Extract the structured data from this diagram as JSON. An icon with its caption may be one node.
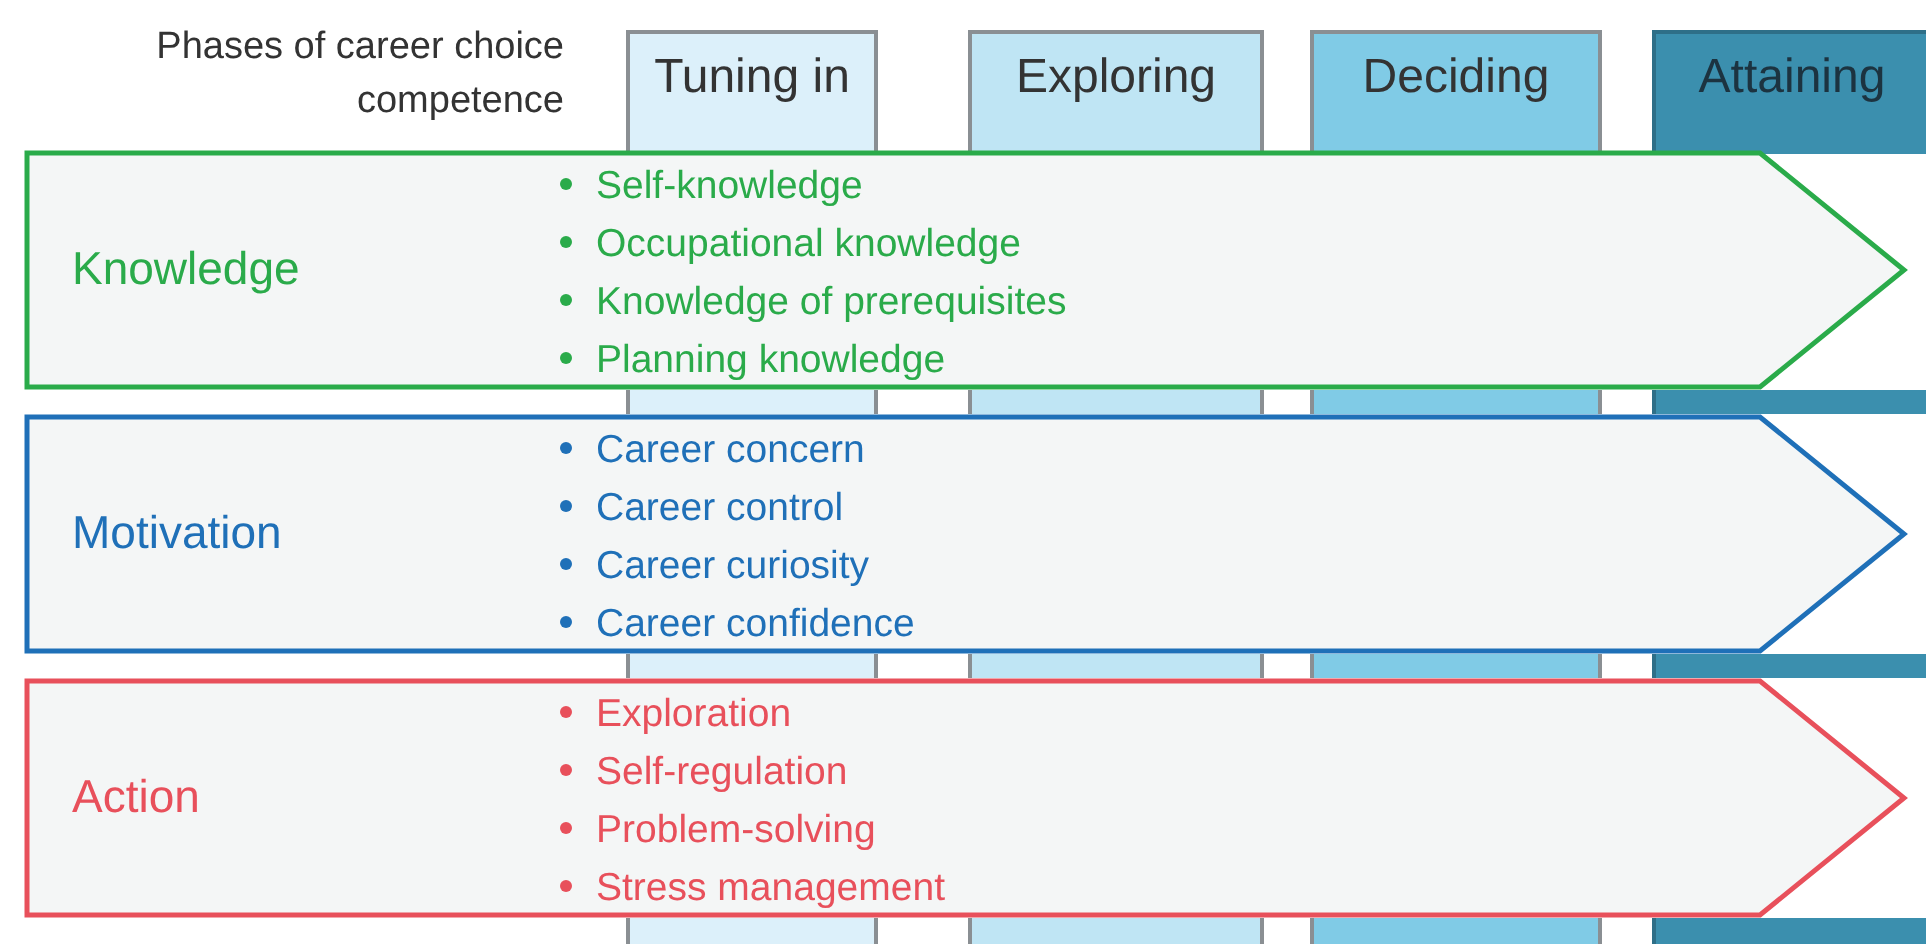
{
  "diagram": {
    "nodes": [
      {
        "text": [
          "Tuning in"
        ]
      },
      {
        "text": [
          "Exploring"
        ]
      },
      {
        "text": [
          "Deciding"
        ]
      },
      {
        "text": [
          "Attaining"
        ]
      },
      {
        "text": [
          "Knowledge",
          "Self-knowledge",
          "Occupational knowledge",
          "Knowledge of prerequisites",
          "Planning knowledge"
        ]
      },
      {
        "text": [
          "Motivation",
          "Career concern",
          "Career control",
          "Career curiosity",
          "Career confidence"
        ]
      },
      {
        "text": [
          "Action",
          "Exploration",
          "Self-regulation",
          "Problem-solving",
          "Stress management"
        ]
      }
    ],
    "edges": [],
    "labels": [
      "Phases of career choice competence"
    ]
  }
}
